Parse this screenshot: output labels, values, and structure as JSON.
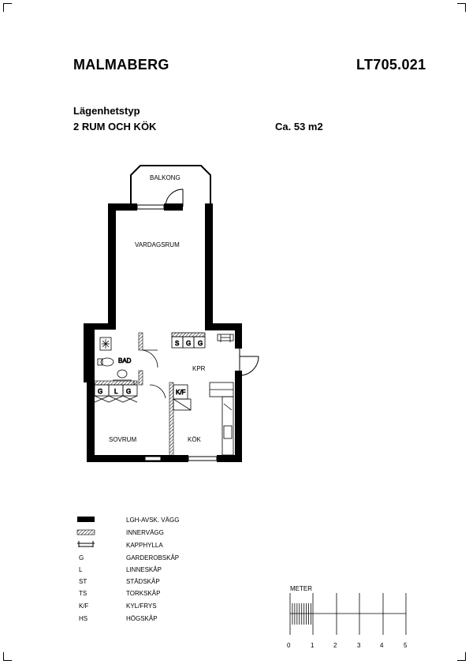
{
  "header": {
    "building": "MALMABERG",
    "code": "LT705.021",
    "type_label": "Lägenhetstyp",
    "type_value": "2 RUM OCH KÖK",
    "area": "Ca. 53 m2"
  },
  "rooms": {
    "balcony": "BALKONG",
    "living": "VARDAGSRUM",
    "bath": "BAD",
    "hall": "KPR",
    "bedroom": "SOVRUM",
    "kitchen": "KÖK"
  },
  "fixtures": {
    "g": "G",
    "l": "L",
    "s": "S",
    "kf": "K/F"
  },
  "legend": [
    {
      "code": "",
      "text": "LGH-AVSK. VÄGG",
      "symbol": "solid-wall"
    },
    {
      "code": "",
      "text": "INNERVÄGG",
      "symbol": "hatched-wall"
    },
    {
      "code": "",
      "text": "KAPPHYLLA",
      "symbol": "coat-shelf"
    },
    {
      "code": "G",
      "text": "GARDEROBSKÅP"
    },
    {
      "code": "L",
      "text": "LINNESKÅP"
    },
    {
      "code": "ST",
      "text": "STÄDSKÅP"
    },
    {
      "code": "TS",
      "text": "TORKSKÅP"
    },
    {
      "code": "K/F",
      "text": "KYL/FRYS"
    },
    {
      "code": "HS",
      "text": "HÖGSKÅP"
    }
  ],
  "scale": {
    "title": "METER",
    "ticks": [
      "0",
      "1",
      "2",
      "3",
      "4",
      "5"
    ]
  }
}
